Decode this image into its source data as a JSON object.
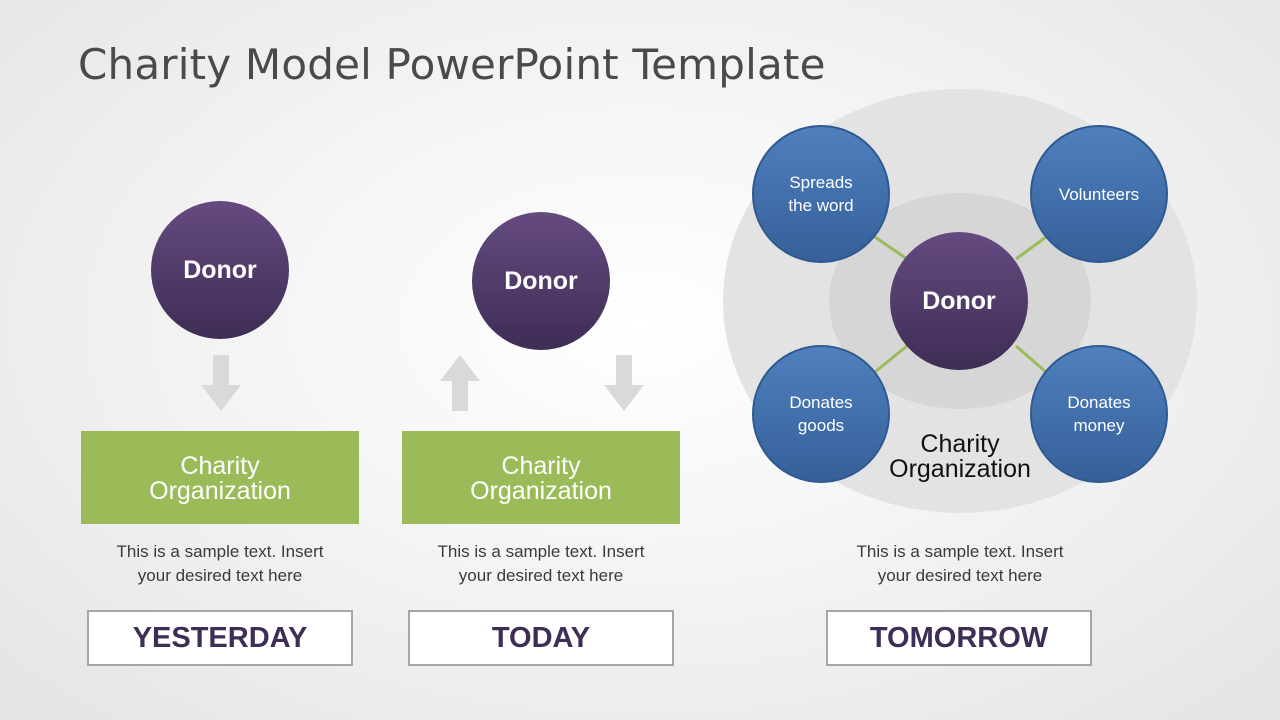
{
  "title": "Charity Model PowerPoint Template",
  "colors": {
    "donor": "#4f3a6b",
    "green": "#9bbb59",
    "blue": "#4674b0",
    "connector": "#9bbb59",
    "arrow": "#d9d9d9"
  },
  "yesterday": {
    "donor": "Donor",
    "org": "Charity\nOrganization",
    "sample": "This is a sample text. Insert\nyour desired text here",
    "label": "YESTERDAY"
  },
  "today": {
    "donor": "Donor",
    "org": "Charity\nOrganization",
    "sample": "This is a sample text. Insert\nyour desired text here",
    "label": "TODAY"
  },
  "tomorrow": {
    "donor": "Donor",
    "org": "Charity\nOrganization",
    "nodes": {
      "spreads": "Spreads\nthe word",
      "volunteers": "Volunteers",
      "goods": "Donates\ngoods",
      "money": "Donates\nmoney"
    },
    "sample": "This is a sample text. Insert\nyour desired text here",
    "label": "TOMORROW"
  }
}
